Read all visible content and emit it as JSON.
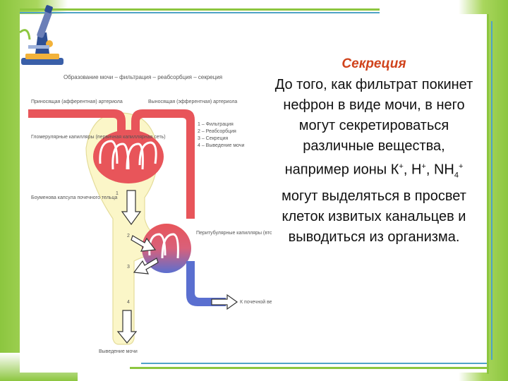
{
  "slide": {
    "heading": "Секреция",
    "paragraph_part1": "До того, как фильтрат покинет нефрон в виде мочи, в него могут секретироваться различные вещества, например ионы К",
    "sup_plus_1": "+",
    "comma_h": ", Н",
    "sup_plus_2": "+",
    "comma_nh": ", NH",
    "sub_4": "4",
    "sup_plus_3": "+",
    "paragraph_part2": " могут выделяться в просвет клеток извитых канальцев и выводиться из организма."
  },
  "diagram": {
    "title": "Образование мочи – фильтрация – реабсорбция – секреция",
    "label_afferent": "Приносящая (афферентная) артериола",
    "label_efferent": "Выносящая (эфферентная) артериола",
    "label_glomerular": "Гломерулярные капилляры (первичная капиллярная сеть)",
    "label_capsule": "Боуменова капсула почечного тельца",
    "legend_1": "1 – Фильтрация",
    "legend_2": "2 – Реабсорбция",
    "legend_3": "3 – Секреция",
    "legend_4": "4 – Выведение мочи",
    "label_peritubular": "Перитубулярные капилляры (вторичная капиллярная сеть)",
    "label_renal_vein": "К почечной вене",
    "label_excretion": "Выведение мочи",
    "num_1": "1",
    "num_2": "2",
    "num_3": "3",
    "num_4": "4"
  },
  "colors": {
    "frame_green": "#8cc63f",
    "accent_blue": "#4fa3c7",
    "heading_red": "#d0431c",
    "artery_red": "#e8555a",
    "vein_blue": "#5a6fd0",
    "tubule_yellow": "#fbf6c8"
  }
}
